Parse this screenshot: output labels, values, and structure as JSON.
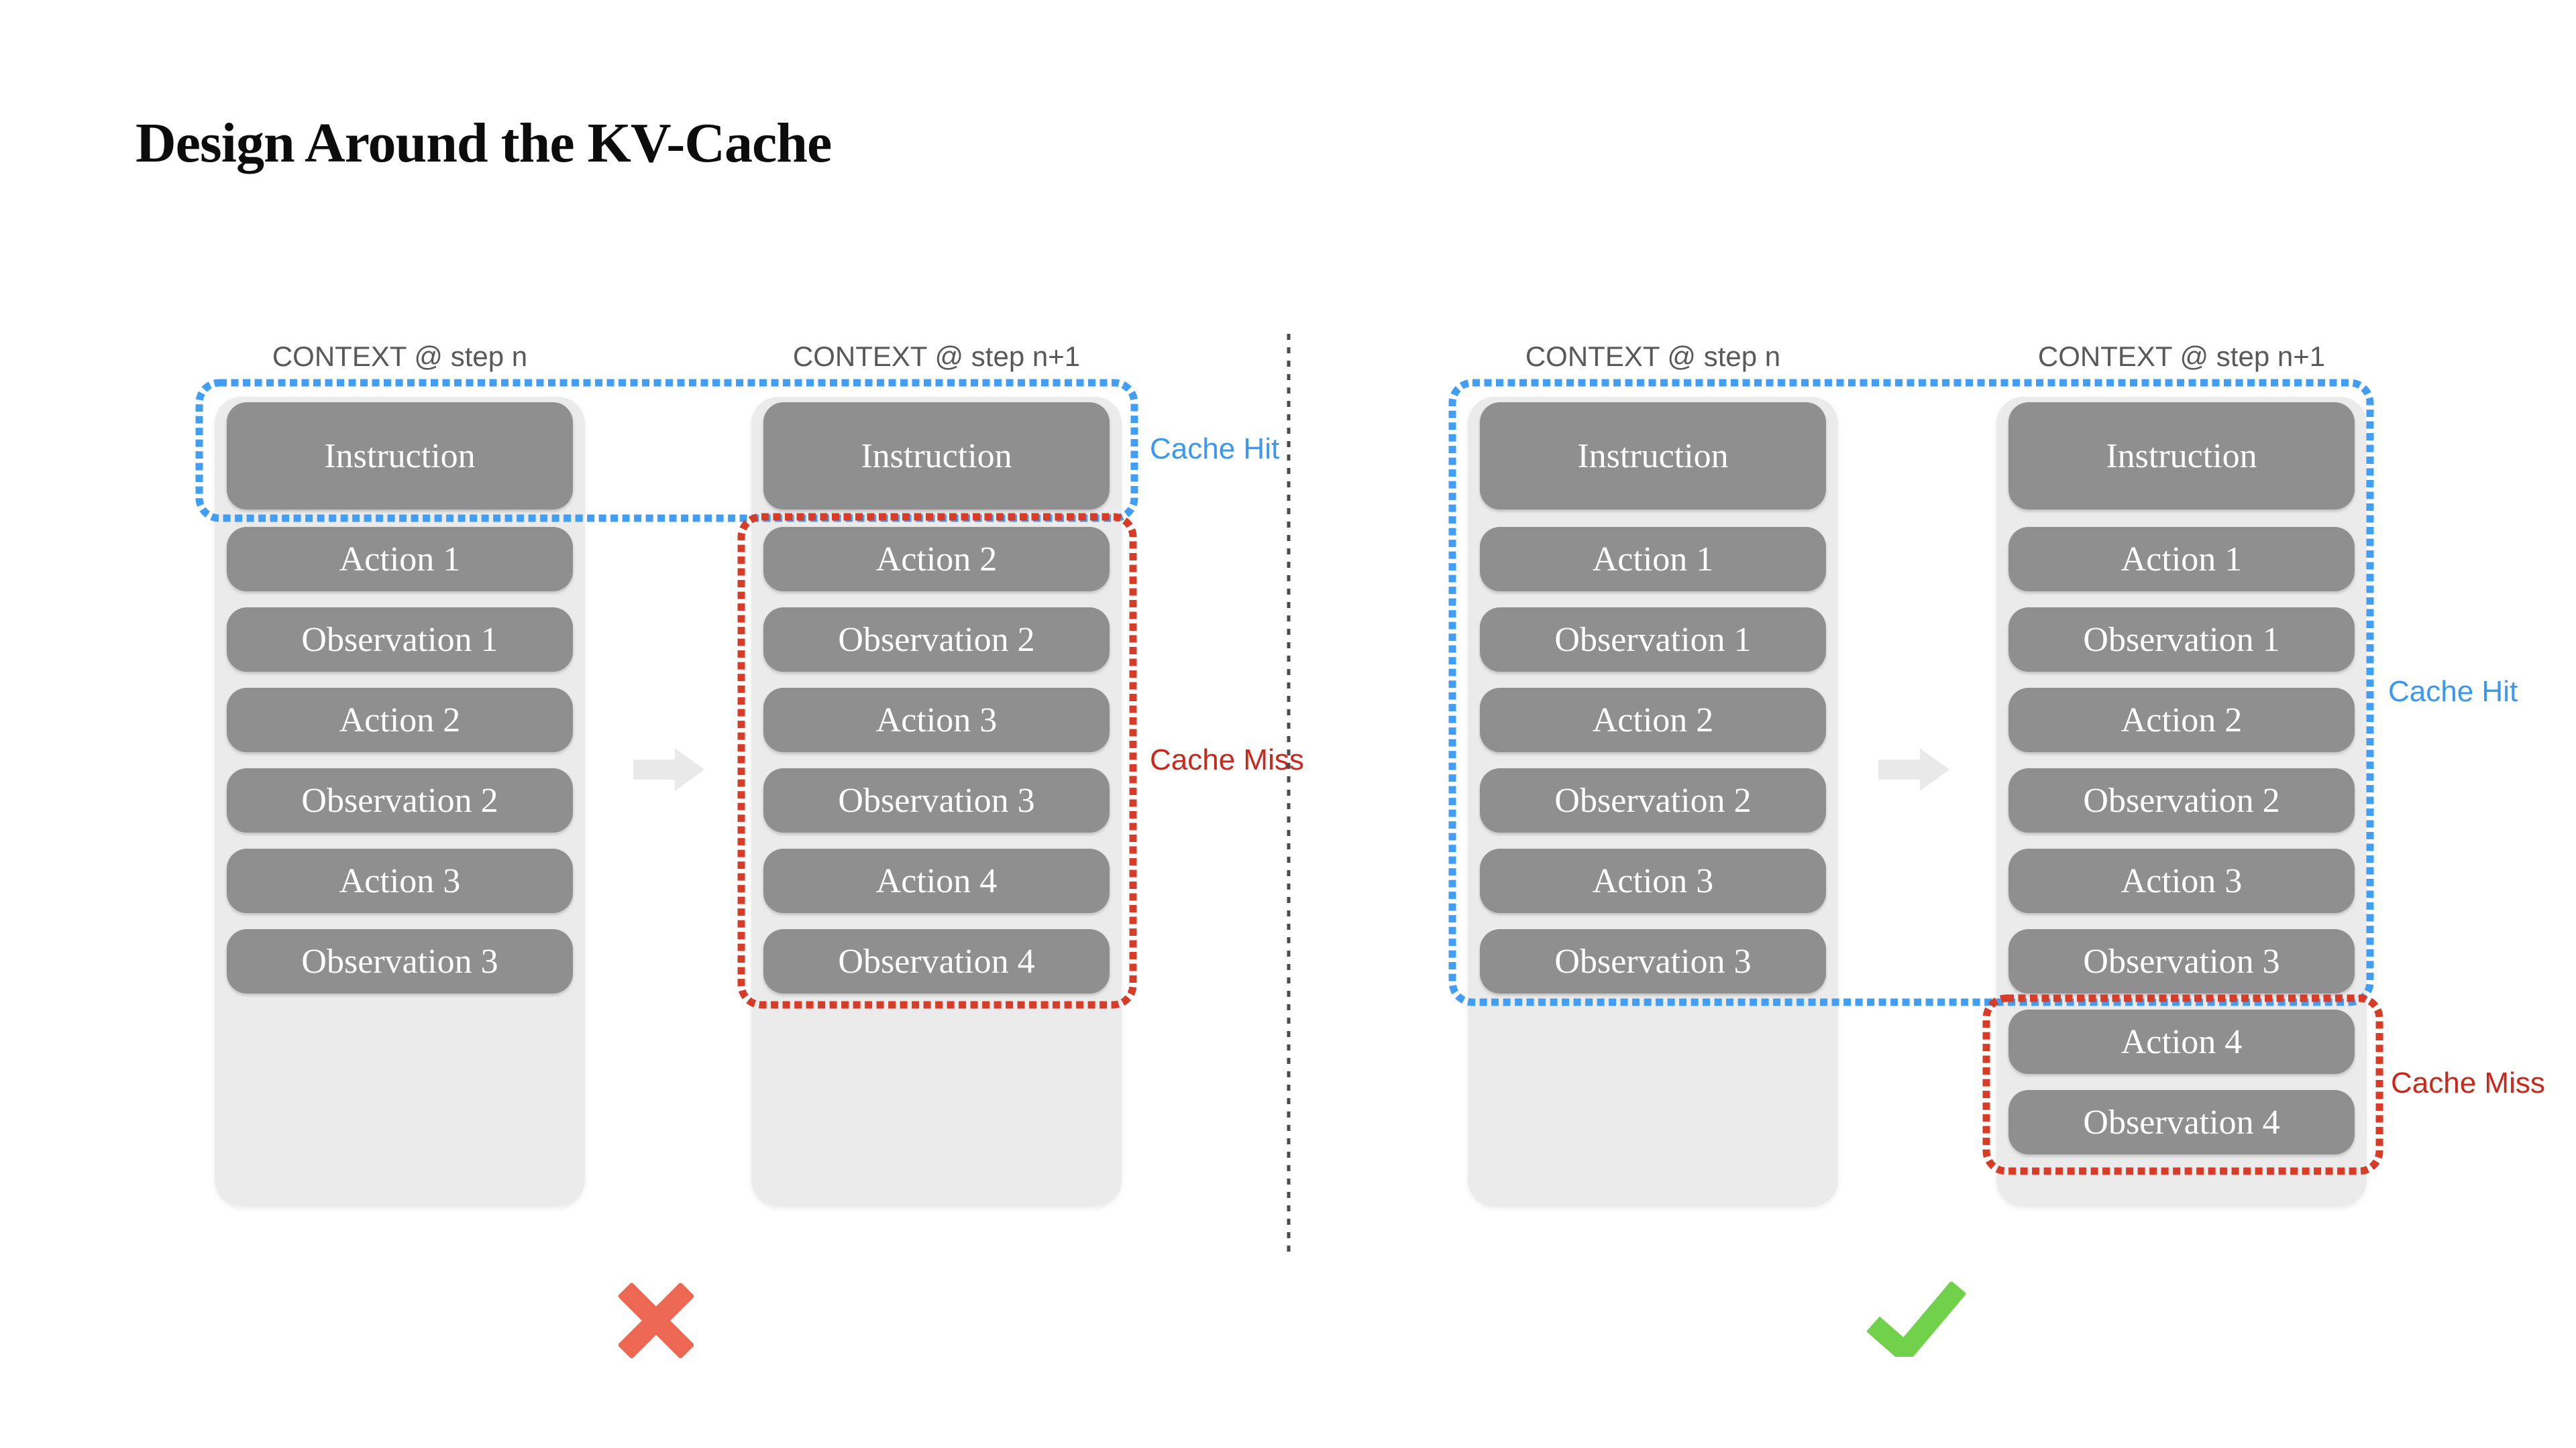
{
  "title": "Design Around the KV-Cache",
  "colors": {
    "cache_hit_blue": "#3b98f0",
    "cache_miss_red": "#d63c28",
    "box_fill_gray": "#8f8f8f",
    "column_bg_gray": "#ebebeb",
    "header_gray": "#595959",
    "bad_mark_coral": "#ec6853",
    "good_mark_green": "#72d14b",
    "divider_gray": "#4b4b4b"
  },
  "icons": {
    "bad_verdict": "x-mark-icon",
    "good_verdict": "check-mark-icon",
    "transition": "right-arrow-icon"
  },
  "panels": [
    {
      "id": "kv-cache-unfriendly",
      "verdict": "bad",
      "cache_hit_label": "Cache Hit",
      "cache_miss_label": "Cache Miss",
      "columns": [
        {
          "header": "CONTEXT @ step n",
          "boxes": [
            "Instruction",
            "Action 1",
            "Observation 1",
            "Action 2",
            "Observation 2",
            "Action 3",
            "Observation 3"
          ]
        },
        {
          "header": "CONTEXT @ step n+1",
          "boxes": [
            "Instruction",
            "Action 2",
            "Observation 2",
            "Action 3",
            "Observation 3",
            "Action 4",
            "Observation 4"
          ]
        }
      ]
    },
    {
      "id": "kv-cache-friendly",
      "verdict": "good",
      "cache_hit_label": "Cache Hit",
      "cache_miss_label": "Cache Miss",
      "columns": [
        {
          "header": "CONTEXT @ step n",
          "boxes": [
            "Instruction",
            "Action 1",
            "Observation 1",
            "Action 2",
            "Observation 2",
            "Action 3",
            "Observation 3"
          ]
        },
        {
          "header": "CONTEXT @ step n+1",
          "boxes": [
            "Instruction",
            "Action 1",
            "Observation 1",
            "Action 2",
            "Observation 2",
            "Action 3",
            "Observation 3",
            "Action 4",
            "Observation 4"
          ]
        }
      ]
    }
  ]
}
